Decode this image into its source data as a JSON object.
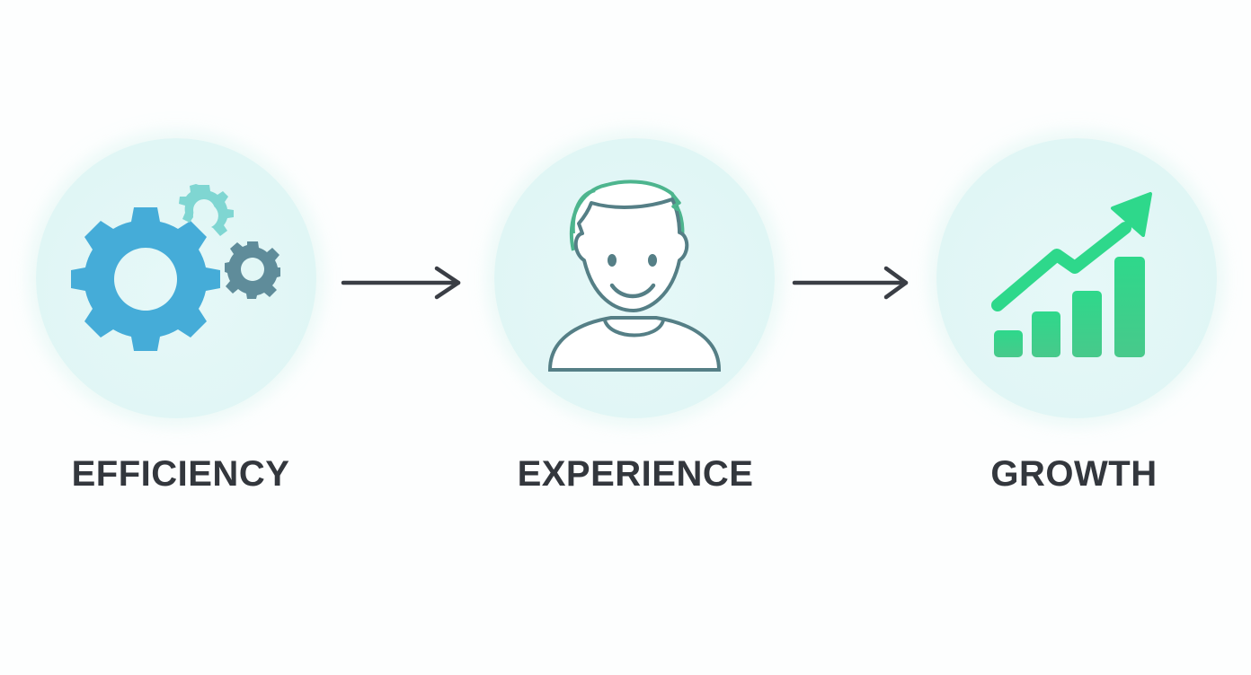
{
  "diagram": {
    "type": "process-flow",
    "colors": {
      "background": "#fdfefe",
      "circle_fill": "#e0f6f5",
      "gear_large": "#45acd8",
      "gear_small_light": "#7fd6d2",
      "gear_small_dark": "#5f8c9a",
      "person_hair": "#4db58e",
      "person_outline": "#557f86",
      "growth_green": "#2ed88b",
      "arrow": "#3a3e45",
      "label_text": "#33373d"
    },
    "steps": [
      {
        "label": "EFFICIENCY",
        "icon": "gears-icon"
      },
      {
        "label": "EXPERIENCE",
        "icon": "person-smile-icon"
      },
      {
        "label": "GROWTH",
        "icon": "growth-chart-icon"
      }
    ],
    "connectors": [
      {
        "from": "EFFICIENCY",
        "to": "EXPERIENCE",
        "icon": "arrow-right-icon"
      },
      {
        "from": "EXPERIENCE",
        "to": "GROWTH",
        "icon": "arrow-right-icon"
      }
    ]
  }
}
